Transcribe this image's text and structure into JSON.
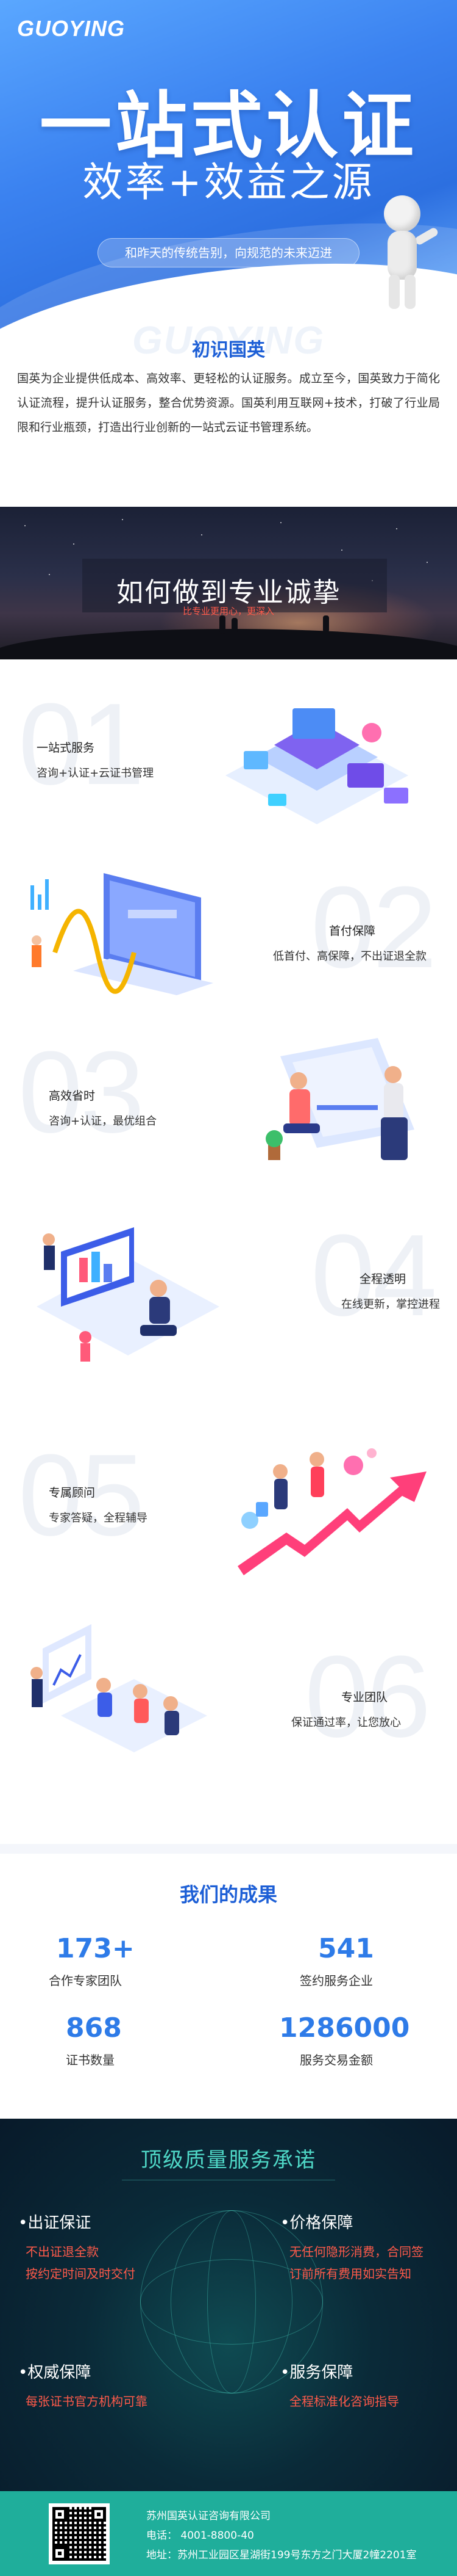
{
  "hero": {
    "logo": "GUOYING",
    "title": "一站式认证",
    "subtitle": "效率+效益之源",
    "slogan": "和昨天的传统告别，向规范的未来迈进"
  },
  "intro": {
    "bg_word": "GUOYING",
    "title": "初识国英",
    "text": "国英为企业提供低成本、高效率、更轻松的认证服务。成立至今，国英致力于简化认证流程，提升认证服务，整合优势资源。国英利用互联网+技术，打破了行业局限和行业瓶颈，打造出行业创新的一站式云证书管理系统。"
  },
  "banner": {
    "title": "如何做到专业诚挚",
    "subtitle": "比专业更用心，更深入"
  },
  "features": [
    {
      "num": "01",
      "title": "一站式服务",
      "desc": "咨询+认证+云证书管理"
    },
    {
      "num": "02",
      "title": "首付保障",
      "desc": "低首付、高保障，不出证退全款"
    },
    {
      "num": "03",
      "title": "高效省时",
      "desc": "咨询+认证，最优组合"
    },
    {
      "num": "04",
      "title": "全程透明",
      "desc": "在线更新，掌控进程"
    },
    {
      "num": "05",
      "title": "专属顾问",
      "desc": "专家答疑，全程辅导"
    },
    {
      "num": "06",
      "title": "专业团队",
      "desc": "保证通过率，让您放心"
    }
  ],
  "results": {
    "title": "我们的成果",
    "stats": [
      {
        "value": "173+",
        "label": "合作专家团队"
      },
      {
        "value": "541",
        "label": "签约服务企业"
      },
      {
        "value": "868",
        "label": "证书数量"
      },
      {
        "value": "1286000",
        "label": "服务交易金额"
      }
    ]
  },
  "promise": {
    "title": "顶级质量服务承诺",
    "items": [
      {
        "head": "•出证保证",
        "lines": [
          "不出证退全款",
          "按约定时间及时交付"
        ]
      },
      {
        "head": "•价格保障",
        "lines": [
          "无任何隐形消费，合同签",
          "订前所有费用如实告知"
        ]
      },
      {
        "head": "•权威保障",
        "lines": [
          "每张证书官方机构可靠"
        ]
      },
      {
        "head": "•服务保障",
        "lines": [
          "全程标准化咨询指导"
        ]
      }
    ]
  },
  "footer": {
    "company": "苏州国英认证咨询有限公司",
    "phone": "电话：  4001-8800-40",
    "address": "地址：苏州工业园区星湖街199号东方之门大厦2幢2201室"
  },
  "colors": {
    "brand_blue": "#1d5fd6",
    "stat_blue": "#2e7be8",
    "accent_red": "#ff5a4a",
    "teal": "#4fd8c7",
    "footer_green": "#1fae9b"
  }
}
